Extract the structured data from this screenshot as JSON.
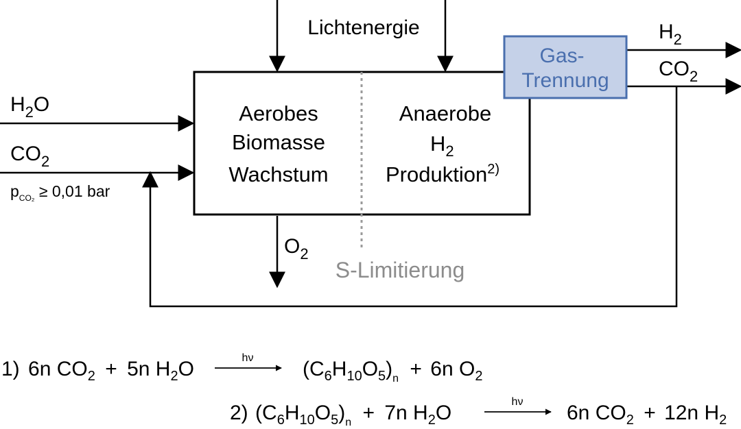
{
  "colors": {
    "line": "#000000",
    "divider": "#9a9a9a",
    "gas_box_fill": "#c5d1e8",
    "gas_box_stroke": "#4a6fae",
    "gas_text": "#4a6fae",
    "s_limit_text": "#8c8c8c"
  },
  "inputs": {
    "light": "Lichtenergie",
    "water": {
      "base": "H",
      "sub": "2",
      "tail": "O"
    },
    "co2": {
      "base": "CO",
      "sub": "2"
    },
    "pressure": {
      "p": "p",
      "sub": "CO₂",
      "rest": " ≥ 0,01 bar"
    }
  },
  "reactor": {
    "left": {
      "line1": "Aerobes",
      "line2": "Biomasse",
      "line3": "Wachstum"
    },
    "right": {
      "line1": "Anaerobe",
      "line2_base": "H",
      "line2_sub": "2",
      "line3": "Produktion",
      "line3_sup": "2)"
    }
  },
  "gas_separation": {
    "line1": "Gas-",
    "line2": "Trennung"
  },
  "outputs": {
    "h2": {
      "base": "H",
      "sub": "2"
    },
    "co2": {
      "base": "CO",
      "sub": "2"
    },
    "o2": {
      "base": "O",
      "sub": "2"
    }
  },
  "s_limitation": "S-Limitierung",
  "equations": {
    "eq1": {
      "num": "1)",
      "lhs1": "6n CO",
      "lhs1_sub": "2",
      "plus1": "+",
      "lhs2": "5n H",
      "lhs2_sub": "2",
      "lhs2_tail": "O",
      "arrow_label": "hν",
      "p_open": "(C",
      "p_c_sub": "6",
      "p_h": "H",
      "p_h_sub": "10",
      "p_o": "O",
      "p_o_sub": "5",
      "p_close": ")",
      "p_n": "n",
      "plus2": "+",
      "rhs2": "6n O",
      "rhs2_sub": "2"
    },
    "eq2": {
      "num": "2)",
      "p_open": "(C",
      "p_c_sub": "6",
      "p_h": "H",
      "p_h_sub": "10",
      "p_o": "O",
      "p_o_sub": "5",
      "p_close": ")",
      "p_n": "n",
      "plus1": "+",
      "lhs2": "7n H",
      "lhs2_sub": "2",
      "lhs2_tail": "O",
      "arrow_label": "hν",
      "rhs1": "6n CO",
      "rhs1_sub": "2",
      "plus2": "+",
      "rhs2": "12n H",
      "rhs2_sub": "2"
    }
  }
}
